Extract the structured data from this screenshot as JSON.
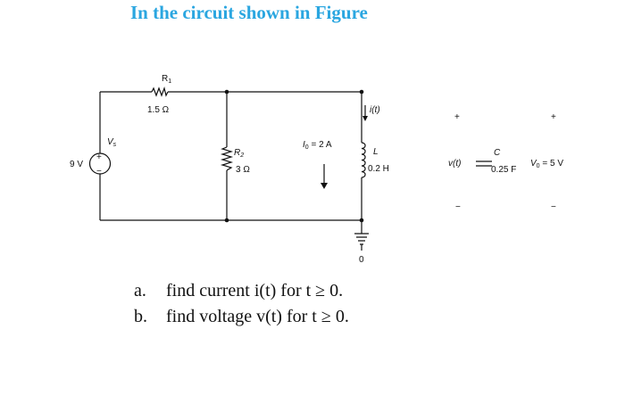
{
  "title": "In the circuit shown in Figure",
  "circuit": {
    "source_voltage": "9 V",
    "source_label": "V",
    "source_label_sub": "s",
    "source_plus": "+",
    "source_minus": "−",
    "r1_label": "R",
    "r1_sub": "1",
    "r1_value": "1.5 Ω",
    "r2_label": "R",
    "r2_sub": "2",
    "r2_value": "3 Ω",
    "current_source_label": "I",
    "current_source_sub": "0",
    "current_source_value": " = 2 A",
    "inductor_current": "i(t)",
    "inductor_label": "L",
    "inductor_value": "0.2 H",
    "switch_time": "0",
    "cap_plus": "+",
    "cap_minus": "−",
    "cap_voltage": "v(t)",
    "cap_label": "C",
    "cap_value": "0.25 F",
    "v0_plus": "+",
    "v0_minus": "−",
    "v0_label": "V",
    "v0_sub": "0",
    "v0_value": " = 5 V"
  },
  "questions": [
    {
      "letter": "a.",
      "text": "find current i(t) for t ≥ 0."
    },
    {
      "letter": "b.",
      "text": "find voltage v(t) for t ≥ 0."
    }
  ]
}
